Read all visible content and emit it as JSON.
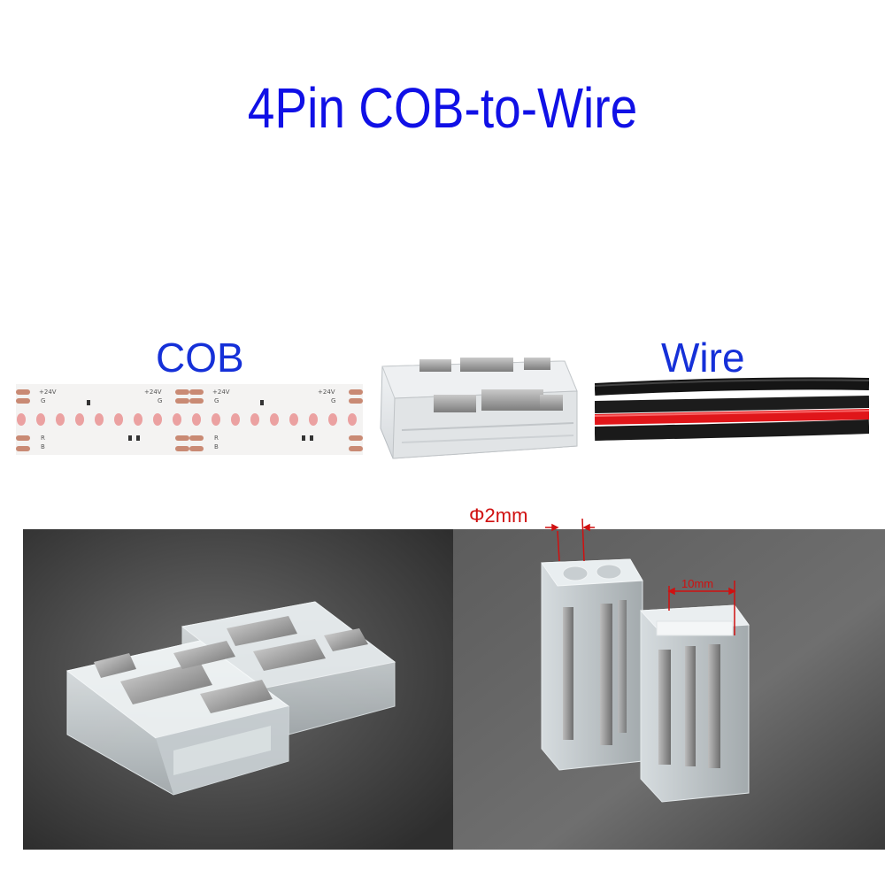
{
  "title": "4Pin COB-to-Wire",
  "labels": {
    "cob": "COB",
    "wire": "Wire"
  },
  "strip": {
    "markings": {
      "plus24v": "+24V",
      "g": "G",
      "r": "R",
      "b": "B"
    }
  },
  "dimensions": {
    "hole_diameter": "Φ2mm",
    "width": "10mm"
  },
  "colors": {
    "title": "#1010e6",
    "labels": "#1530d8",
    "dimension": "#d01010",
    "wire_red": "#e0161a",
    "wire_black": "#111111",
    "pad": "#c98a74",
    "led": "#e88c8c"
  }
}
